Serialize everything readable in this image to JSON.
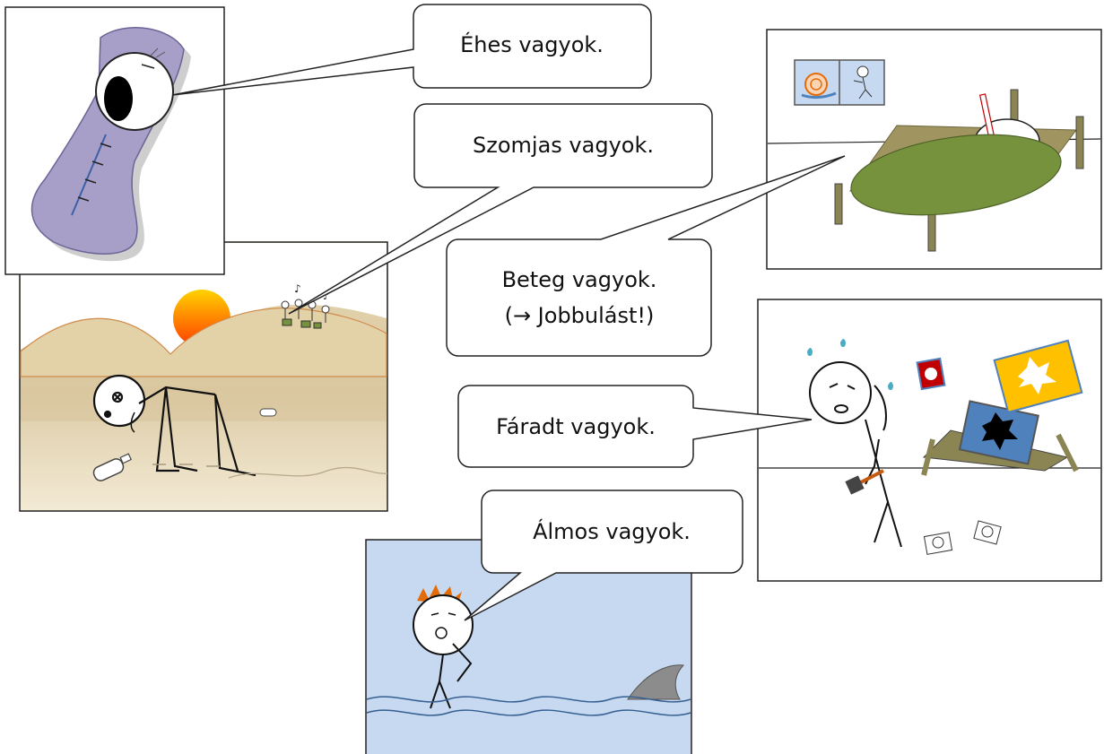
{
  "bubbles": {
    "hungry": "Éhes vagyok.",
    "thirsty": "Szomjas vagyok.",
    "sick_line1": "Beteg vagyok.",
    "sick_line2": "(→ Jobbulást!)",
    "tired": "Fáradt vagyok.",
    "sleepy": "Álmos vagyok."
  },
  "colors": {
    "sleeping_bag": "#a79fc8",
    "desert_sand": "#e6d8b8",
    "sun": "#ff8c00",
    "blanket": "#76923c",
    "bed_frame": "#8b8453",
    "water": "#c6d9f1",
    "warning_sign": "#ffc000"
  }
}
